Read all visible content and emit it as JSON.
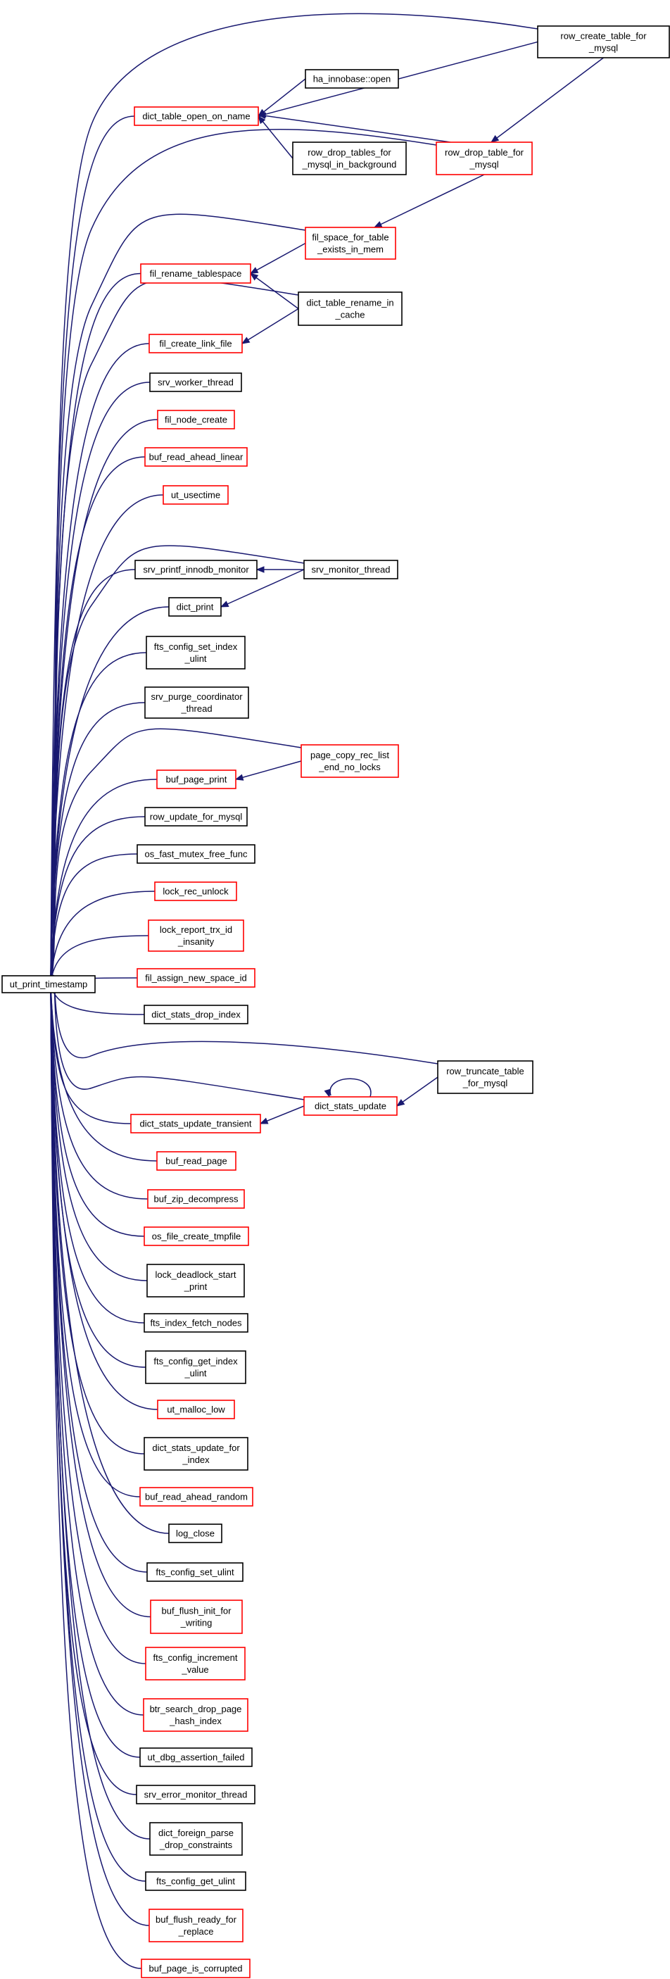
{
  "colors": {
    "edge": "#191970",
    "border_red": "#ff0000",
    "border_black": "#000000",
    "root_fill": "#bfbfbf"
  },
  "nodes": [
    {
      "id": "root",
      "lines": [
        "ut_print_timestamp"
      ],
      "border": "black",
      "root": true
    },
    {
      "id": "row_create_table_for_mysql",
      "lines": [
        "row_create_table_for",
        "_mysql"
      ],
      "border": "black"
    },
    {
      "id": "ha_innobase_open",
      "lines": [
        "ha_innobase::open"
      ],
      "border": "black"
    },
    {
      "id": "dict_table_open_on_name",
      "lines": [
        "dict_table_open_on_name"
      ],
      "border": "red"
    },
    {
      "id": "row_drop_tables_for_mysql_in_background",
      "lines": [
        "row_drop_tables_for",
        "_mysql_in_background"
      ],
      "border": "black"
    },
    {
      "id": "row_drop_table_for_mysql",
      "lines": [
        "row_drop_table_for",
        "_mysql"
      ],
      "border": "red"
    },
    {
      "id": "fil_space_for_table_exists_in_mem",
      "lines": [
        "fil_space_for_table",
        "_exists_in_mem"
      ],
      "border": "red"
    },
    {
      "id": "fil_rename_tablespace",
      "lines": [
        "fil_rename_tablespace"
      ],
      "border": "red"
    },
    {
      "id": "dict_table_rename_in_cache",
      "lines": [
        "dict_table_rename_in",
        "_cache"
      ],
      "border": "black"
    },
    {
      "id": "fil_create_link_file",
      "lines": [
        "fil_create_link_file"
      ],
      "border": "red"
    },
    {
      "id": "srv_worker_thread",
      "lines": [
        "srv_worker_thread"
      ],
      "border": "black"
    },
    {
      "id": "fil_node_create",
      "lines": [
        "fil_node_create"
      ],
      "border": "red"
    },
    {
      "id": "buf_read_ahead_linear",
      "lines": [
        "buf_read_ahead_linear"
      ],
      "border": "red"
    },
    {
      "id": "ut_usectime",
      "lines": [
        "ut_usectime"
      ],
      "border": "red"
    },
    {
      "id": "srv_printf_innodb_monitor",
      "lines": [
        "srv_printf_innodb_monitor"
      ],
      "border": "black"
    },
    {
      "id": "srv_monitor_thread",
      "lines": [
        "srv_monitor_thread"
      ],
      "border": "black"
    },
    {
      "id": "dict_print",
      "lines": [
        "dict_print"
      ],
      "border": "black"
    },
    {
      "id": "fts_config_set_index_ulint",
      "lines": [
        "fts_config_set_index",
        "_ulint"
      ],
      "border": "black"
    },
    {
      "id": "srv_purge_coordinator_thread",
      "lines": [
        "srv_purge_coordinator",
        "_thread"
      ],
      "border": "black"
    },
    {
      "id": "page_copy_rec_list_end_no_locks",
      "lines": [
        "page_copy_rec_list",
        "_end_no_locks"
      ],
      "border": "red"
    },
    {
      "id": "buf_page_print",
      "lines": [
        "buf_page_print"
      ],
      "border": "red"
    },
    {
      "id": "row_update_for_mysql",
      "lines": [
        "row_update_for_mysql"
      ],
      "border": "black"
    },
    {
      "id": "os_fast_mutex_free_func",
      "lines": [
        "os_fast_mutex_free_func"
      ],
      "border": "black"
    },
    {
      "id": "lock_rec_unlock",
      "lines": [
        "lock_rec_unlock"
      ],
      "border": "red"
    },
    {
      "id": "lock_report_trx_id_insanity",
      "lines": [
        "lock_report_trx_id",
        "_insanity"
      ],
      "border": "red"
    },
    {
      "id": "fil_assign_new_space_id",
      "lines": [
        "fil_assign_new_space_id"
      ],
      "border": "red"
    },
    {
      "id": "dict_stats_drop_index",
      "lines": [
        "dict_stats_drop_index"
      ],
      "border": "black"
    },
    {
      "id": "row_truncate_table_for_mysql",
      "lines": [
        "row_truncate_table",
        "_for_mysql"
      ],
      "border": "black"
    },
    {
      "id": "dict_stats_update",
      "lines": [
        "dict_stats_update"
      ],
      "border": "red"
    },
    {
      "id": "dict_stats_update_transient",
      "lines": [
        "dict_stats_update_transient"
      ],
      "border": "red"
    },
    {
      "id": "buf_read_page",
      "lines": [
        "buf_read_page"
      ],
      "border": "red"
    },
    {
      "id": "buf_zip_decompress",
      "lines": [
        "buf_zip_decompress"
      ],
      "border": "red"
    },
    {
      "id": "os_file_create_tmpfile",
      "lines": [
        "os_file_create_tmpfile"
      ],
      "border": "red"
    },
    {
      "id": "lock_deadlock_start_print",
      "lines": [
        "lock_deadlock_start",
        "_print"
      ],
      "border": "black"
    },
    {
      "id": "fts_index_fetch_nodes",
      "lines": [
        "fts_index_fetch_nodes"
      ],
      "border": "black"
    },
    {
      "id": "fts_config_get_index_ulint",
      "lines": [
        "fts_config_get_index",
        "_ulint"
      ],
      "border": "black"
    },
    {
      "id": "ut_malloc_low",
      "lines": [
        "ut_malloc_low"
      ],
      "border": "red"
    },
    {
      "id": "dict_stats_update_for_index",
      "lines": [
        "dict_stats_update_for",
        "_index"
      ],
      "border": "black"
    },
    {
      "id": "buf_read_ahead_random",
      "lines": [
        "buf_read_ahead_random"
      ],
      "border": "red"
    },
    {
      "id": "log_close",
      "lines": [
        "log_close"
      ],
      "border": "black"
    },
    {
      "id": "fts_config_set_ulint",
      "lines": [
        "fts_config_set_ulint"
      ],
      "border": "black"
    },
    {
      "id": "buf_flush_init_for_writing",
      "lines": [
        "buf_flush_init_for",
        "_writing"
      ],
      "border": "red"
    },
    {
      "id": "fts_config_increment_value",
      "lines": [
        "fts_config_increment",
        "_value"
      ],
      "border": "red"
    },
    {
      "id": "btr_search_drop_page_hash_index",
      "lines": [
        "btr_search_drop_page",
        "_hash_index"
      ],
      "border": "red"
    },
    {
      "id": "ut_dbg_assertion_failed",
      "lines": [
        "ut_dbg_assertion_failed"
      ],
      "border": "black"
    },
    {
      "id": "srv_error_monitor_thread",
      "lines": [
        "srv_error_monitor_thread"
      ],
      "border": "black"
    },
    {
      "id": "dict_foreign_parse_drop_constraints",
      "lines": [
        "dict_foreign_parse",
        "_drop_constraints"
      ],
      "border": "black"
    },
    {
      "id": "fts_config_get_ulint",
      "lines": [
        "fts_config_get_ulint"
      ],
      "border": "black"
    },
    {
      "id": "buf_flush_ready_for_replace",
      "lines": [
        "buf_flush_ready_for",
        "_replace"
      ],
      "border": "red"
    },
    {
      "id": "buf_page_is_corrupted",
      "lines": [
        "buf_page_is_corrupted"
      ],
      "border": "red"
    }
  ],
  "edges": [
    [
      "row_create_table_for_mysql",
      "root"
    ],
    [
      "ha_innobase_open",
      "dict_table_open_on_name"
    ],
    [
      "row_create_table_for_mysql",
      "dict_table_open_on_name"
    ],
    [
      "row_drop_tables_for_mysql_in_background",
      "dict_table_open_on_name"
    ],
    [
      "row_drop_table_for_mysql",
      "dict_table_open_on_name"
    ],
    [
      "dict_table_open_on_name",
      "root"
    ],
    [
      "row_create_table_for_mysql",
      "row_drop_table_for_mysql"
    ],
    [
      "row_drop_table_for_mysql",
      "root"
    ],
    [
      "row_drop_table_for_mysql",
      "fil_space_for_table_exists_in_mem"
    ],
    [
      "fil_space_for_table_exists_in_mem",
      "root"
    ],
    [
      "fil_space_for_table_exists_in_mem",
      "fil_rename_tablespace"
    ],
    [
      "dict_table_rename_in_cache",
      "fil_rename_tablespace"
    ],
    [
      "fil_rename_tablespace",
      "root"
    ],
    [
      "dict_table_rename_in_cache",
      "root"
    ],
    [
      "dict_table_rename_in_cache",
      "fil_create_link_file"
    ],
    [
      "fil_create_link_file",
      "root"
    ],
    [
      "srv_worker_thread",
      "root"
    ],
    [
      "fil_node_create",
      "root"
    ],
    [
      "buf_read_ahead_linear",
      "root"
    ],
    [
      "ut_usectime",
      "root"
    ],
    [
      "srv_monitor_thread",
      "root"
    ],
    [
      "srv_monitor_thread",
      "srv_printf_innodb_monitor"
    ],
    [
      "srv_printf_innodb_monitor",
      "root"
    ],
    [
      "srv_monitor_thread",
      "dict_print"
    ],
    [
      "dict_print",
      "root"
    ],
    [
      "fts_config_set_index_ulint",
      "root"
    ],
    [
      "srv_purge_coordinator_thread",
      "root"
    ],
    [
      "page_copy_rec_list_end_no_locks",
      "root"
    ],
    [
      "page_copy_rec_list_end_no_locks",
      "buf_page_print"
    ],
    [
      "buf_page_print",
      "root"
    ],
    [
      "row_update_for_mysql",
      "root"
    ],
    [
      "os_fast_mutex_free_func",
      "root"
    ],
    [
      "lock_rec_unlock",
      "root"
    ],
    [
      "lock_report_trx_id_insanity",
      "root"
    ],
    [
      "fil_assign_new_space_id",
      "root"
    ],
    [
      "dict_stats_drop_index",
      "root"
    ],
    [
      "row_truncate_table_for_mysql",
      "root"
    ],
    [
      "row_truncate_table_for_mysql",
      "dict_stats_update"
    ],
    [
      "dict_stats_update",
      "dict_stats_update"
    ],
    [
      "dict_stats_update",
      "root"
    ],
    [
      "dict_stats_update",
      "dict_stats_update_transient"
    ],
    [
      "dict_stats_update_transient",
      "root"
    ],
    [
      "buf_read_page",
      "root"
    ],
    [
      "buf_zip_decompress",
      "root"
    ],
    [
      "os_file_create_tmpfile",
      "root"
    ],
    [
      "lock_deadlock_start_print",
      "root"
    ],
    [
      "fts_index_fetch_nodes",
      "root"
    ],
    [
      "fts_config_get_index_ulint",
      "root"
    ],
    [
      "ut_malloc_low",
      "root"
    ],
    [
      "dict_stats_update_for_index",
      "root"
    ],
    [
      "buf_read_ahead_random",
      "root"
    ],
    [
      "log_close",
      "root"
    ],
    [
      "fts_config_set_ulint",
      "root"
    ],
    [
      "buf_flush_init_for_writing",
      "root"
    ],
    [
      "fts_config_increment_value",
      "root"
    ],
    [
      "btr_search_drop_page_hash_index",
      "root"
    ],
    [
      "ut_dbg_assertion_failed",
      "root"
    ],
    [
      "srv_error_monitor_thread",
      "root"
    ],
    [
      "dict_foreign_parse_drop_constraints",
      "root"
    ],
    [
      "fts_config_get_ulint",
      "root"
    ],
    [
      "buf_flush_ready_for_replace",
      "root"
    ],
    [
      "buf_page_is_corrupted",
      "root"
    ]
  ]
}
